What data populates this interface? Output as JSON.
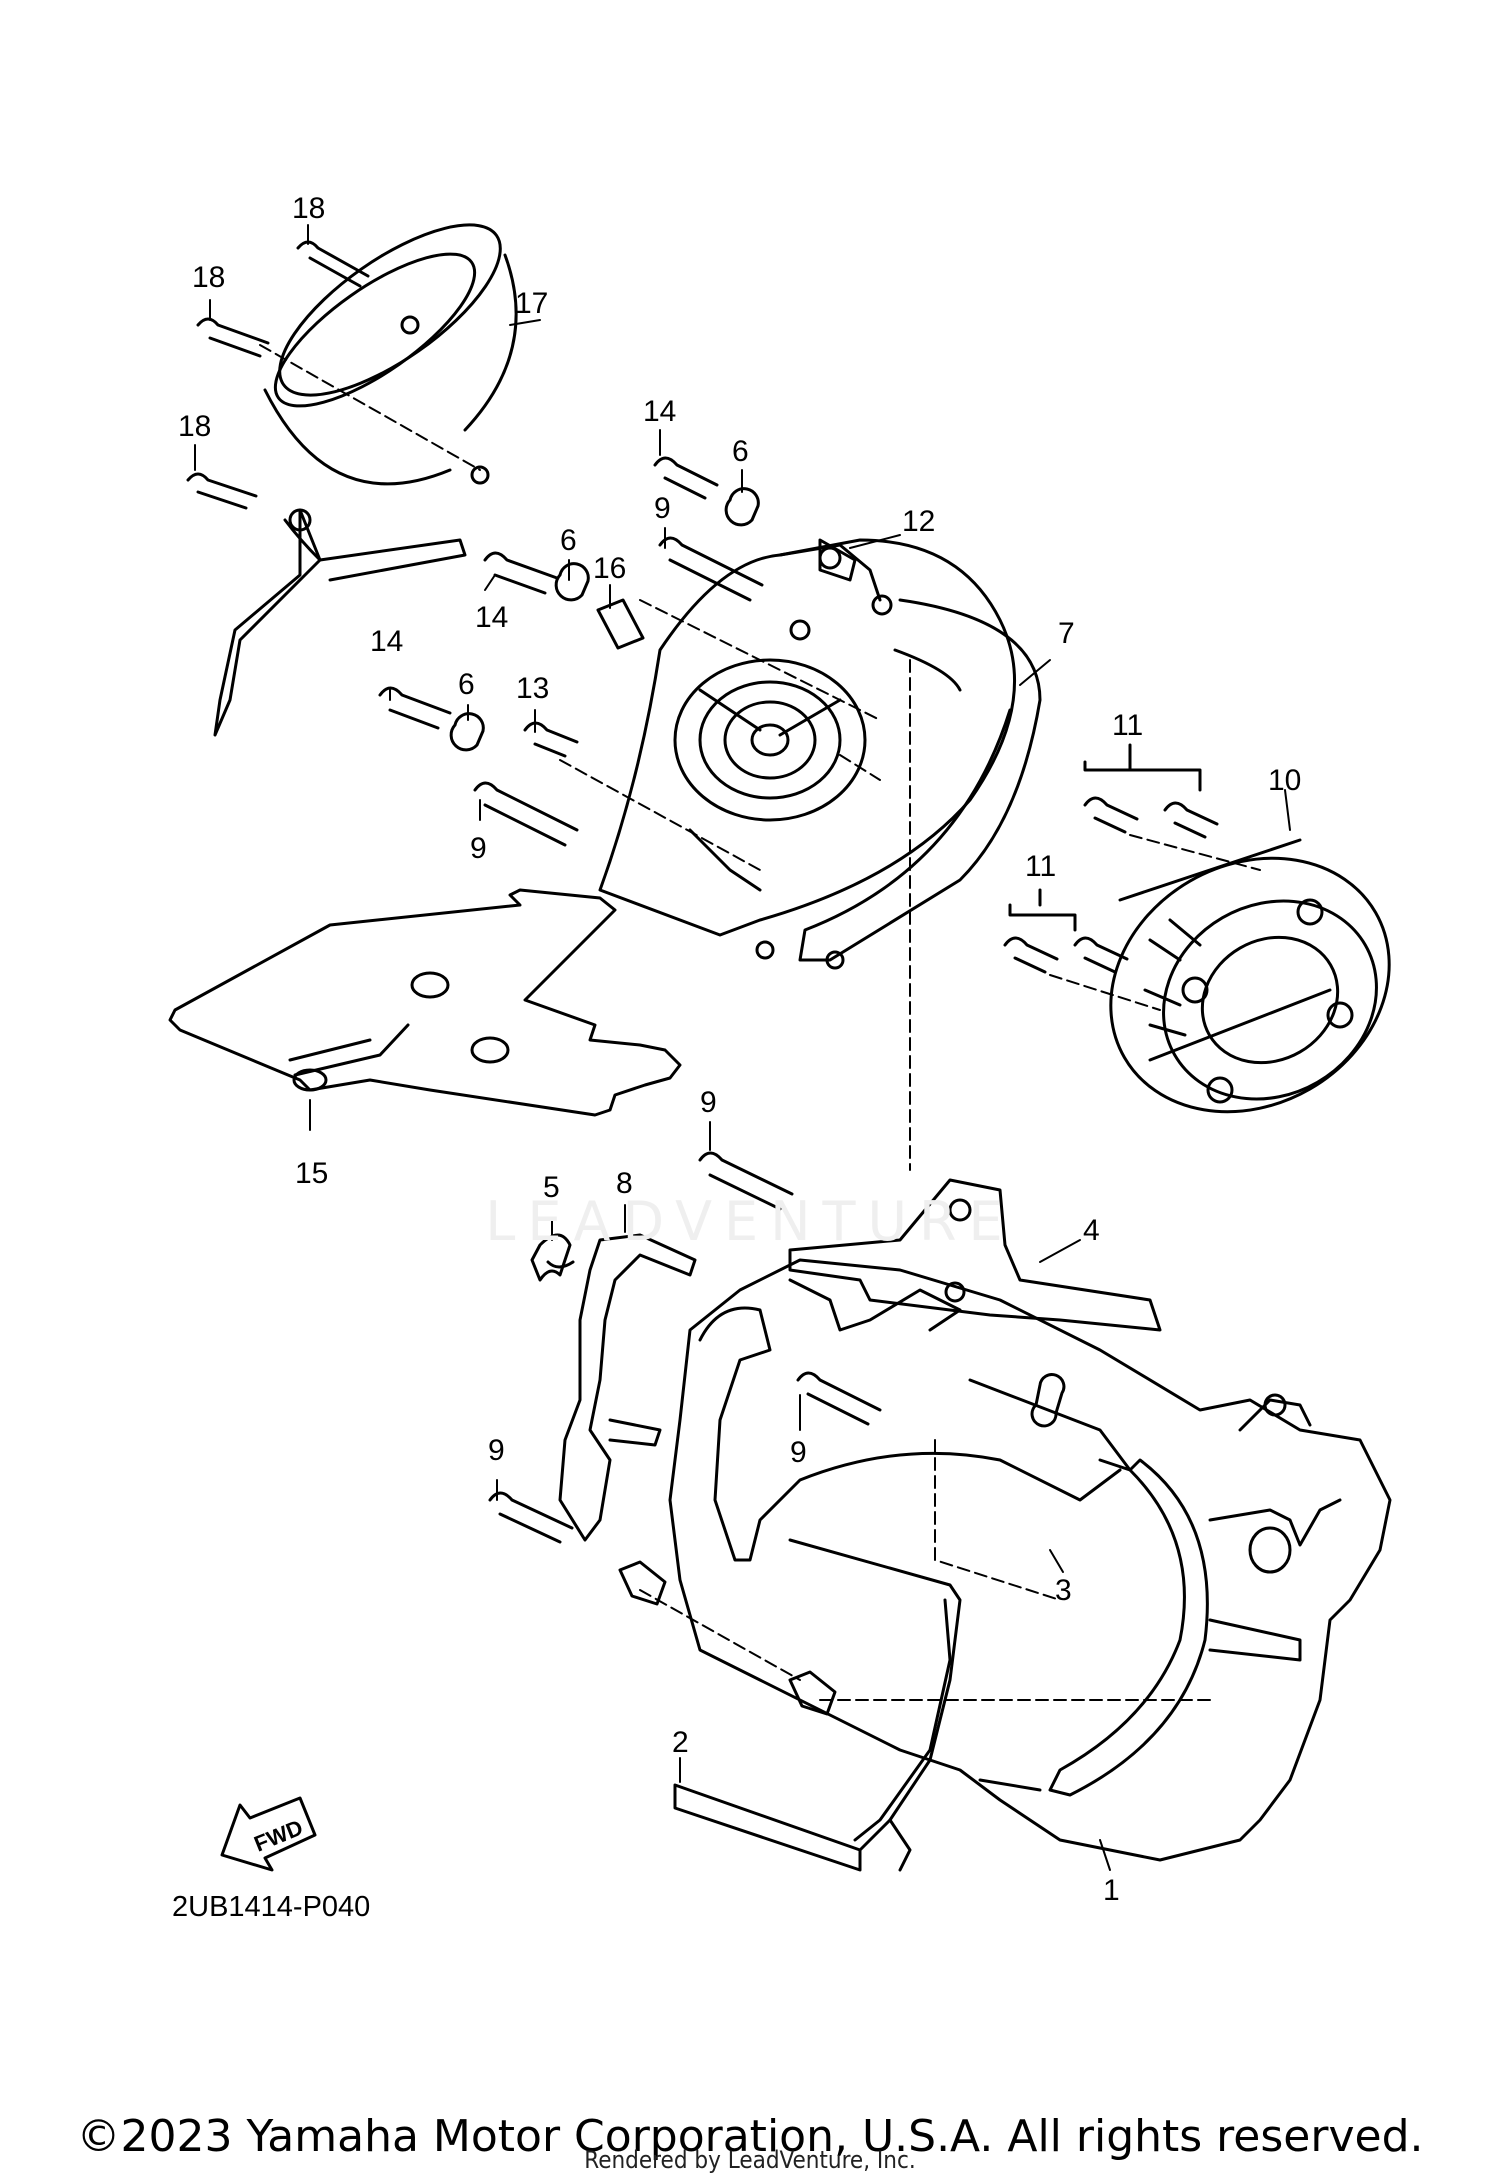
{
  "diagram_code": "2UB1414-P040",
  "fwd_label": "FWD",
  "watermark": "LEADVENTURE",
  "copyright": "©2023 Yamaha Motor Corporation, U.S.A. All rights reserved.",
  "rendered_by": "Rendered by LeadVenture, Inc.",
  "callouts": {
    "c18a": "18",
    "c18b": "18",
    "c18c": "18",
    "c17": "17",
    "c14a": "14",
    "c6a": "6",
    "c12": "12",
    "c9a": "9",
    "c6b": "6",
    "c16": "16",
    "c14b": "14",
    "c7": "7",
    "c14c": "14",
    "c6c": "6",
    "c13": "13",
    "c9b": "9",
    "c11a": "11",
    "c10": "10",
    "c11b": "11",
    "c15": "15",
    "c9c": "9",
    "c5": "5",
    "c8": "8",
    "c4": "4",
    "c9d": "9",
    "c9e": "9",
    "c3": "3",
    "c2": "2",
    "c1": "1"
  }
}
